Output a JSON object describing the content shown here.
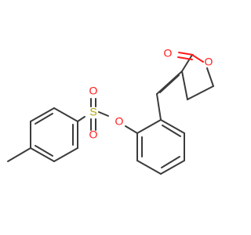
{
  "molecule": {
    "atoms": {
      "carbonyl_oxygen": "O",
      "ring_oxygen": "O",
      "ester_oxygen": "O",
      "sulfur": "S",
      "sulfonyl_oxygen_top": "O",
      "sulfonyl_oxygen_bottom": "O"
    },
    "colors": {
      "bond": "#3b3b3b",
      "oxygen": "#ff1a1a",
      "sulfur": "#b3a200",
      "background": "#ffffff"
    }
  }
}
